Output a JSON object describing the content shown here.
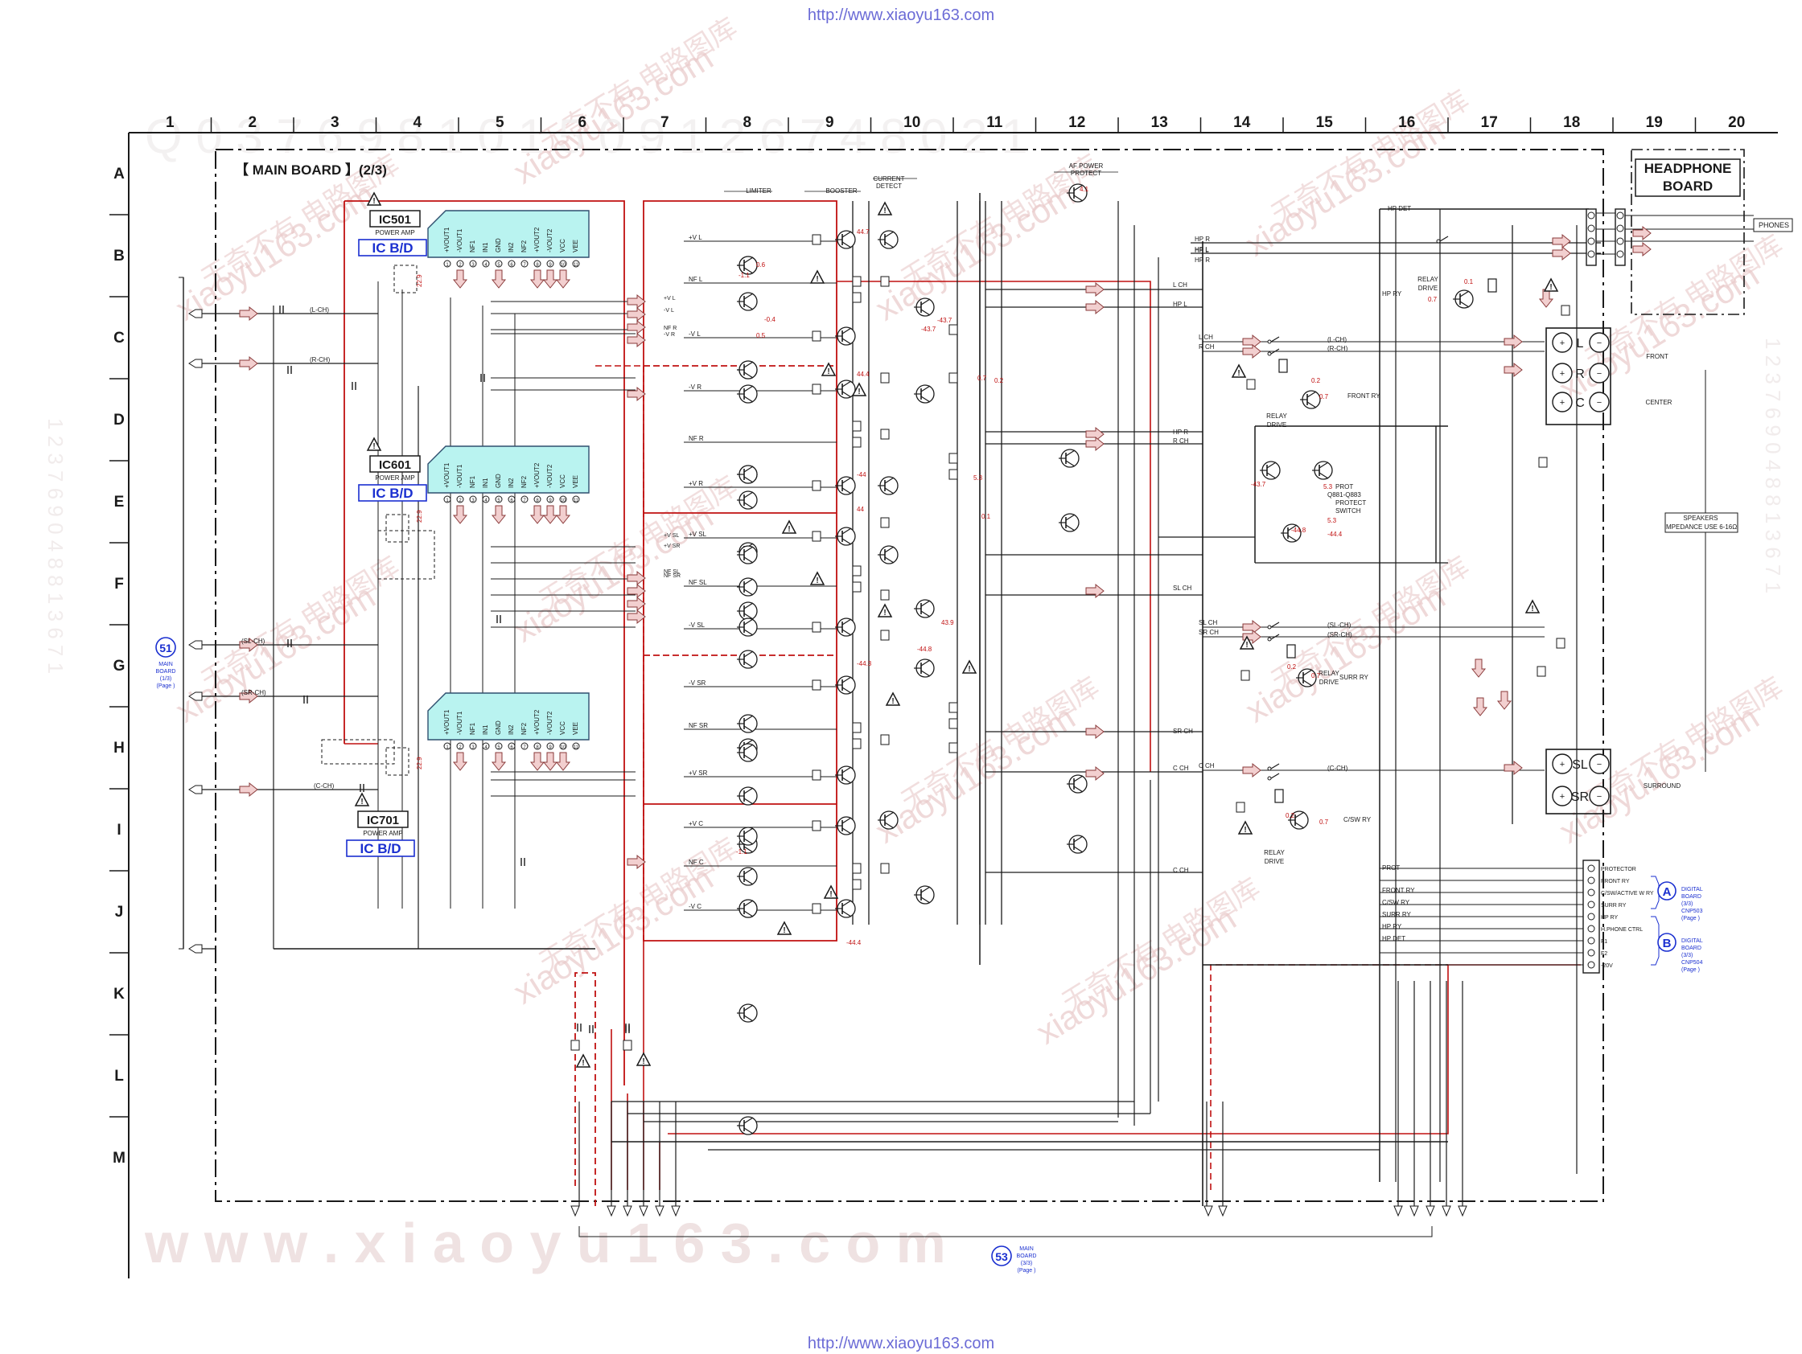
{
  "header": {
    "url_top": "http://www.xiaoyu163.com",
    "url_bottom": "http://www.xiaoyu163.com"
  },
  "grid": {
    "columns": [
      "1",
      "2",
      "3",
      "4",
      "5",
      "6",
      "7",
      "8",
      "9",
      "10",
      "11",
      "12",
      "13",
      "14",
      "15",
      "16",
      "17",
      "18",
      "19",
      "20"
    ],
    "rows": [
      "A",
      "B",
      "C",
      "D",
      "E",
      "F",
      "G",
      "H",
      "I",
      "J",
      "K",
      "L",
      "M"
    ]
  },
  "board": {
    "title": "【 MAIN BOARD 】(2/3)"
  },
  "headphone_board": {
    "title_line1": "HEADPHONE",
    "title_line2": "BOARD",
    "jack_label": "PHONES"
  },
  "ics": [
    {
      "ref": "IC501",
      "desc": "POWER AMP",
      "tag": "IC B/D"
    },
    {
      "ref": "IC601",
      "desc": "POWER AMP",
      "tag": "IC B/D"
    },
    {
      "ref": "IC701",
      "desc": "POWER AMP",
      "tag": "IC B/D"
    }
  ],
  "ic_pins": [
    "+VOUT1",
    "-VOUT1",
    "NF1",
    "IN1",
    "GND",
    "IN2",
    "NF2",
    "+VOUT2",
    "-VOUT2",
    "VCC",
    "VEE"
  ],
  "ic_volt_label": "22.9",
  "section_labels": {
    "limiter": "LIMITER",
    "booster": "BOOSTER",
    "current_detect_1": "CURRENT",
    "current_detect_2": "DETECT",
    "af_protect_1": "AF POWER",
    "af_protect_2": "PROTECT"
  },
  "rails_left": [
    "+V L",
    "NF L",
    "-V L",
    "-V R",
    "NF R",
    "+V R",
    "+V SL",
    "NF SL",
    "-V SL",
    "-V SR",
    "NF SR",
    "+V SR",
    "+V C",
    "NF C",
    "-V C"
  ],
  "rails_in": [
    "+V L",
    "-V L",
    "NF R",
    "-V R",
    "+V SL",
    "+V SR",
    "NF SL",
    "NF SR"
  ],
  "signal_labels": [
    "L CH",
    "HP L",
    "R CH",
    "HP R",
    "SL CH",
    "SR CH",
    "C CH",
    "HP DET",
    "HP RY",
    "FRONT RY",
    "C/SW RY",
    "SURR RY",
    "PROT",
    "L CH",
    "R CH",
    "SL CH",
    "SR CH",
    "C CH"
  ],
  "connector_in": [
    "(L-CH)",
    "(R-CH)",
    "(SL-CH)",
    "(SR-CH)",
    "(C-CH)"
  ],
  "relay_drive": [
    "RELAY",
    "DRIVE"
  ],
  "protect_switch": [
    "PROT",
    "Q881-Q883",
    "PROTECT",
    "SWITCH"
  ],
  "speakers": {
    "front": "FRONT",
    "center": "CENTER",
    "surround": "SURROUND",
    "terminals": [
      "L",
      "R",
      "C",
      "SL",
      "SR"
    ],
    "impedance_1": "SPEAKERS",
    "impedance_2": "IMPEDANCE USE 6-16Ω"
  },
  "voltages": [
    "44.7",
    "44.4",
    "-44.4",
    "-43.7",
    "43.9",
    "-1.1",
    "0.6",
    "-0.4",
    "0.5",
    "-44",
    "44",
    "-44.3",
    "0.2",
    "0.7",
    "5.3",
    "-43.7",
    "-44.8",
    "0.1",
    "4.1",
    "-1.1"
  ],
  "ref_51": {
    "num": "51",
    "l1": "MAIN",
    "l2": "BOARD",
    "l3": "(1/3)",
    "l4": "(Page   )"
  },
  "ref_53": {
    "num": "53",
    "l1": "MAIN",
    "l2": "BOARD",
    "l3": "(3/3)",
    "l4": "(Page   )"
  },
  "ref_A": {
    "letter": "A",
    "l1": "DIGITAL",
    "l2": "BOARD",
    "l3": "(3/3)",
    "l4": "CNP503",
    "l5": "(Page   )"
  },
  "ref_B": {
    "letter": "B",
    "l1": "DIGITAL",
    "l2": "BOARD",
    "l3": "(3/3)",
    "l4": "CNP504",
    "l5": "(Page   )"
  },
  "digital_pins": [
    "PROTECTOR",
    "FRONT RY",
    "C/SW/ACTIVE W RY",
    "SURR RY",
    "HP RY",
    "H.PHONE CTRL",
    "F1",
    "F2",
    "-20V"
  ],
  "digital_signals": [
    "PROT",
    "FRONT RY",
    "C/SW RY",
    "SURR RY",
    "HP RY",
    "HP DET"
  ],
  "watermark": {
    "big": "w w w . x i a o y u 1 6 3 . c o m",
    "diag": "xiaoyu163.com",
    "cn": "无奇不有 电路图库"
  },
  "colors": {
    "line": "#1a1a1a",
    "red": "#c01010",
    "ic_fill": "#b9f3f0",
    "ic_border": "#2f4f6f",
    "blue": "#1a2fd0",
    "arrow_fill": "#f2cfcf",
    "wm": "#e9c9c9"
  }
}
